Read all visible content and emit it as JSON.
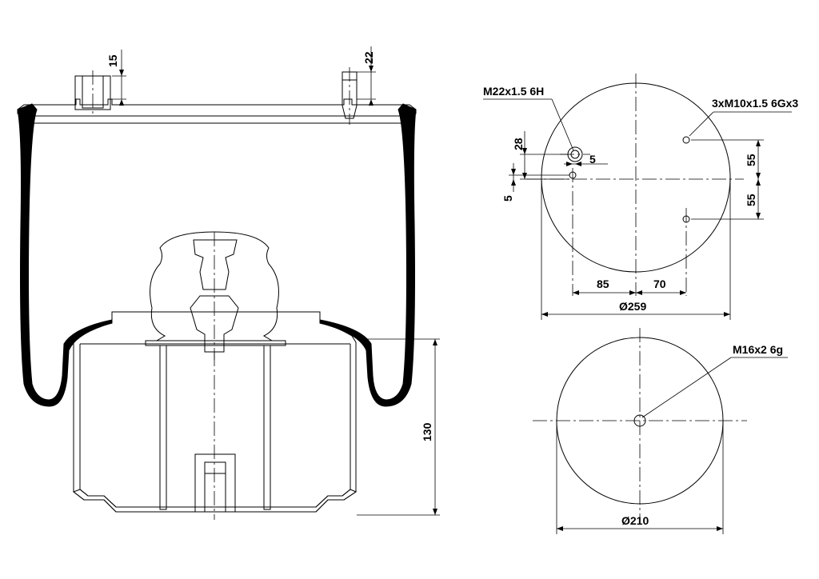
{
  "drawing": {
    "side_view": {
      "dim_port_depth": "15",
      "dim_stud_length": "22",
      "dim_piston_height": "130"
    },
    "top_plate_view": {
      "thread_port": "M22x1.5 6H",
      "thread_studs": "3xM10x1.5 6Gx3",
      "dim_port_offset_vertical": "28",
      "dim_port_offset_small": "5",
      "dim_left_gap": "5",
      "dim_stud_spacing_upper": "55",
      "dim_stud_spacing_lower": "55",
      "dim_horizontal_left": "85",
      "dim_horizontal_right": "70",
      "diameter": "Ø259"
    },
    "bottom_plate_view": {
      "thread_center": "M16x2 6g",
      "diameter": "Ø210"
    }
  }
}
